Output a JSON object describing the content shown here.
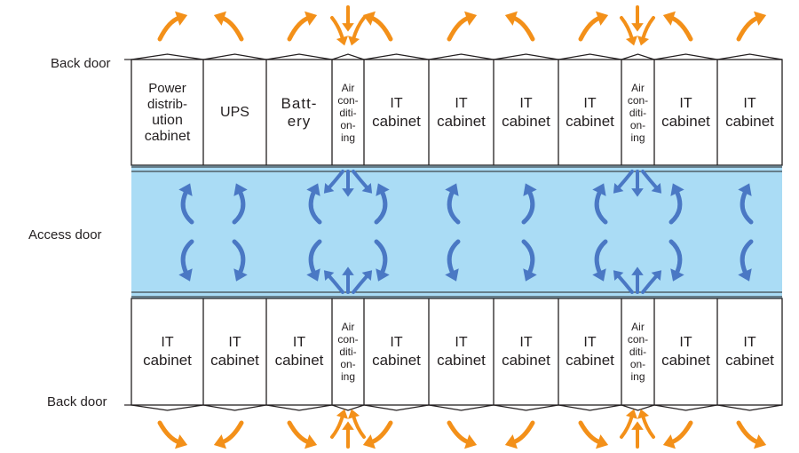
{
  "colors": {
    "aisle": "#aadcf5",
    "blue_arrow": "#4a78c4",
    "orange_arrow": "#f39019",
    "line": "#231f20"
  },
  "labels": {
    "back_door_top": "Back door",
    "access_door": "Access door",
    "back_door_bottom": "Back door"
  },
  "top_row": [
    {
      "kind": "pd",
      "lines": [
        "Power",
        "distrib-",
        "ution",
        "cabinet"
      ]
    },
    {
      "kind": "ups",
      "lines": [
        "UPS"
      ]
    },
    {
      "kind": "batt",
      "lines": [
        "Batt-",
        "ery"
      ]
    },
    {
      "kind": "ac",
      "lines": [
        "Air",
        "con-",
        "diti-",
        "on-",
        "ing"
      ]
    },
    {
      "kind": "big",
      "lines": [
        "IT",
        "cabinet"
      ]
    },
    {
      "kind": "big",
      "lines": [
        "IT",
        "cabinet"
      ]
    },
    {
      "kind": "big",
      "lines": [
        "IT",
        "cabinet"
      ]
    },
    {
      "kind": "big",
      "lines": [
        "IT",
        "cabinet"
      ]
    },
    {
      "kind": "ac",
      "lines": [
        "Air",
        "con-",
        "diti-",
        "on-",
        "ing"
      ]
    },
    {
      "kind": "big",
      "lines": [
        "IT",
        "cabinet"
      ]
    },
    {
      "kind": "big",
      "lines": [
        "IT",
        "cabinet"
      ]
    }
  ],
  "bottom_row": [
    {
      "kind": "big",
      "lines": [
        "IT",
        "cabinet"
      ]
    },
    {
      "kind": "big",
      "lines": [
        "IT",
        "cabinet"
      ]
    },
    {
      "kind": "big",
      "lines": [
        "IT",
        "cabinet"
      ]
    },
    {
      "kind": "ac",
      "lines": [
        "Air",
        "con-",
        "diti-",
        "on-",
        "ing"
      ]
    },
    {
      "kind": "big",
      "lines": [
        "IT",
        "cabinet"
      ]
    },
    {
      "kind": "big",
      "lines": [
        "IT",
        "cabinet"
      ]
    },
    {
      "kind": "big",
      "lines": [
        "IT",
        "cabinet"
      ]
    },
    {
      "kind": "big",
      "lines": [
        "IT",
        "cabinet"
      ]
    },
    {
      "kind": "ac",
      "lines": [
        "Air",
        "con-",
        "diti-",
        "on-",
        "ing"
      ]
    },
    {
      "kind": "big",
      "lines": [
        "IT",
        "cabinet"
      ]
    },
    {
      "kind": "big",
      "lines": [
        "IT",
        "cabinet"
      ]
    }
  ]
}
